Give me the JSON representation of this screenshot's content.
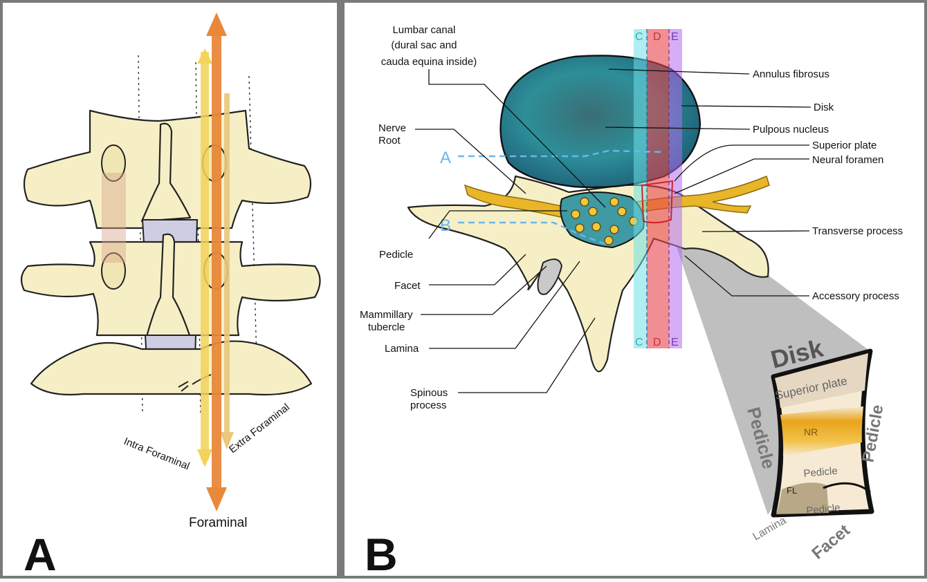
{
  "panels": {
    "a": {
      "letter": "A",
      "labels": {
        "intra_foraminal": "Intra Foraminal",
        "extra_foraminal": "Extra Foraminal",
        "foraminal": "Foraminal"
      }
    },
    "b": {
      "letter": "B",
      "labels": {
        "lumbar_canal": [
          "Lumbar canal",
          "(dural sac and",
          "cauda  equina inside)"
        ],
        "nerve_root": [
          "Nerve",
          "Root"
        ],
        "pedicle": "Pedicle",
        "facet": "Facet",
        "mammillary_tubercle": [
          "Mammillary",
          "tubercle"
        ],
        "lamina": "Lamina",
        "spinous_process": [
          "Spinous",
          "process"
        ],
        "annulus_fibrosus": "Annulus fibrosus",
        "disk": "Disk",
        "pulpous_nucleus": "Pulpous nucleus",
        "superior_plate": "Superior plate",
        "neural_foramen": "Neural foramen",
        "transverse_process": "Transverse process",
        "accessory_process": "Accessory process"
      },
      "levels": {
        "a": "A",
        "b": "B"
      },
      "zones": {
        "c": "C",
        "d": "D",
        "e": "E"
      },
      "inset": {
        "disk": "Disk",
        "superior_plate": "Superior plate",
        "pedicle_left": "Pedicle",
        "pedicle_right": "Pedicle",
        "nr": "NR",
        "pedicle_inner": "Pedicle",
        "fl": "FL",
        "lamina": "Lamina",
        "pedicle_bottom": "Pedicle",
        "facet": "Facet"
      }
    }
  },
  "colors": {
    "frame": "#7a7a7a",
    "bone": "#f6efc6",
    "disk_fill": "#2f8f9a",
    "zone_c": "#6ee0e6",
    "zone_d": "#e8434b",
    "zone_e": "#b26bf0",
    "level_lines": "#6ab6ee",
    "arrow_orange": "#e8893a",
    "arrow_yellow": "#f3d35a",
    "nerve_root": "#e8b628",
    "inset_wedge": "#b4b4b4"
  }
}
